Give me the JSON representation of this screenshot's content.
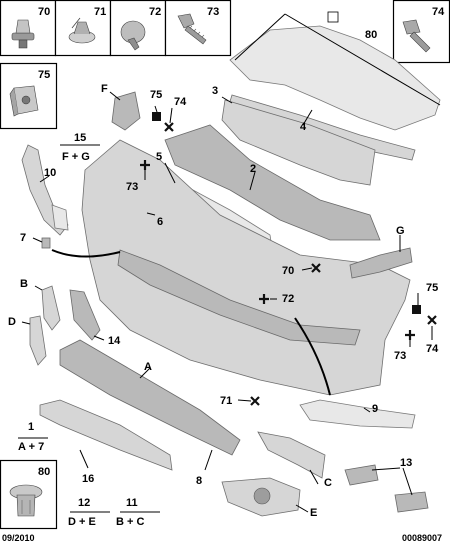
{
  "fastener_boxes": [
    {
      "id": "70",
      "label": "70"
    },
    {
      "id": "71",
      "label": "71"
    },
    {
      "id": "72",
      "label": "72"
    },
    {
      "id": "73",
      "label": "73"
    },
    {
      "id": "74",
      "label": "74"
    },
    {
      "id": "75",
      "label": "75"
    },
    {
      "id": "80",
      "label": "80"
    }
  ],
  "callouts": {
    "c80": "80",
    "c3": "3",
    "c4": "4",
    "cF": "F",
    "c75a": "75",
    "c74a": "74",
    "c15": "15",
    "cFG": "F + G",
    "c10": "10",
    "c73a": "73",
    "c5": "5",
    "c2": "2",
    "c6": "6",
    "c7": "7",
    "cG": "G",
    "c70": "70",
    "cB": "B",
    "c72": "72",
    "c75b": "75",
    "cD": "D",
    "c14": "14",
    "c73b": "73",
    "c74b": "74",
    "cA": "A",
    "c71": "71",
    "c9": "9",
    "c1": "1",
    "cA7": "A + 7",
    "c16": "16",
    "c8": "8",
    "cC": "C",
    "c13": "13",
    "c12": "12",
    "cDE": "D + E",
    "c11": "11",
    "cBC": "B + C",
    "cE": "E"
  },
  "footer": {
    "date": "09/2010",
    "reference": "00089007"
  }
}
